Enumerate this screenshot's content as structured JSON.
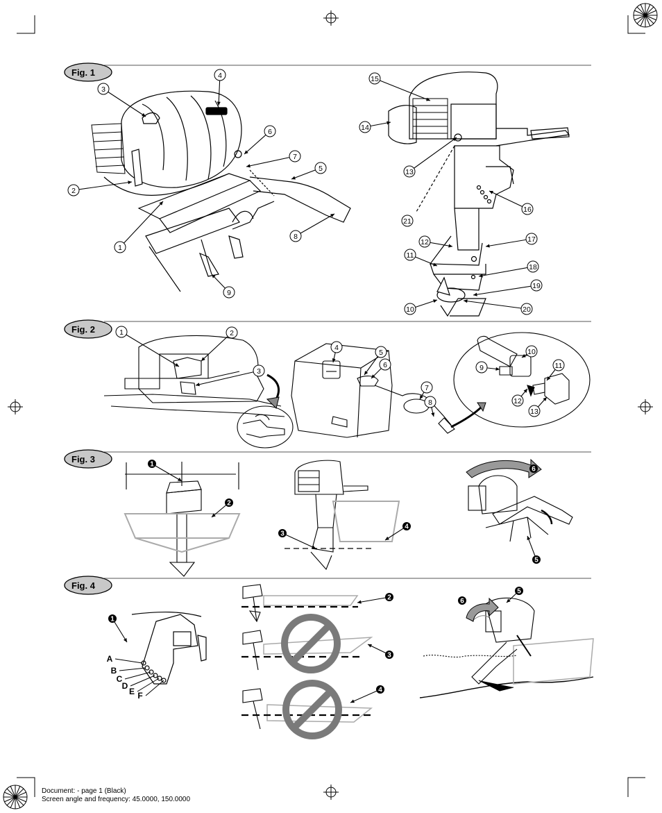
{
  "figures": {
    "fig1": "Fig. 1",
    "fig2": "Fig. 2",
    "fig3": "Fig. 3",
    "fig4": "Fig. 4"
  },
  "fig1_callouts": [
    "1",
    "2",
    "3",
    "4",
    "5",
    "6",
    "7",
    "8",
    "9",
    "10",
    "11",
    "12",
    "13",
    "14",
    "15",
    "16",
    "17",
    "18",
    "19",
    "20",
    "21"
  ],
  "fig2_callouts": [
    "1",
    "2",
    "3",
    "4",
    "5",
    "6",
    "7",
    "8",
    "9",
    "10",
    "11",
    "12",
    "13"
  ],
  "fig3_callouts": [
    "1",
    "2",
    "3",
    "4",
    "5",
    "6"
  ],
  "fig4_callouts": [
    "1",
    "2",
    "3",
    "4",
    "5",
    "6"
  ],
  "fig4_letters": [
    "A",
    "B",
    "C",
    "D",
    "E",
    "F"
  ],
  "footer": {
    "line1": "Document: - page 1 (Black)",
    "line2": "Screen angle and frequency: 45.0000, 150.0000"
  },
  "colors": {
    "ink": "#000000",
    "badge": "#c8c8c8",
    "rule": "#aaaaaa",
    "prohibit": "#7a7a7a"
  }
}
